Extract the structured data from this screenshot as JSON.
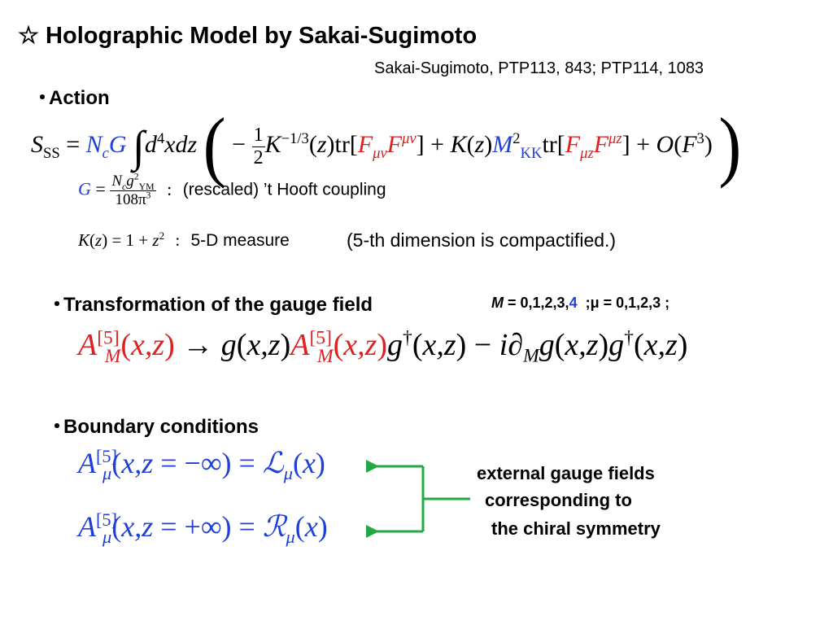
{
  "title": "☆ Holographic Model by Sakai-Sugimoto",
  "reference": "Sakai-Sugimoto, PTP113, 843; PTP114, 1083",
  "sections": {
    "action": "Action",
    "transformation": "Transformation of the gauge field",
    "boundary": "Boundary conditions"
  },
  "bullet": "・",
  "defs": {
    "g_desc": "(rescaled) ’t Hooft coupling",
    "k_desc": "5-D measure",
    "compactified": "(5-th dimension is compactified.)",
    "separator": ":"
  },
  "index_note": {
    "M": "M",
    "eq": " = 0,1,2,3,",
    "four": "4",
    "mu_part": ";μ = 0,1,2,3 ;"
  },
  "boundary_note": {
    "line1": "external gauge fields",
    "line2": "corresponding to",
    "line3": "the chiral symmetry"
  },
  "colors": {
    "blue": "#1e3fd8",
    "red": "#e02020",
    "arrow_green": "#22a845"
  }
}
